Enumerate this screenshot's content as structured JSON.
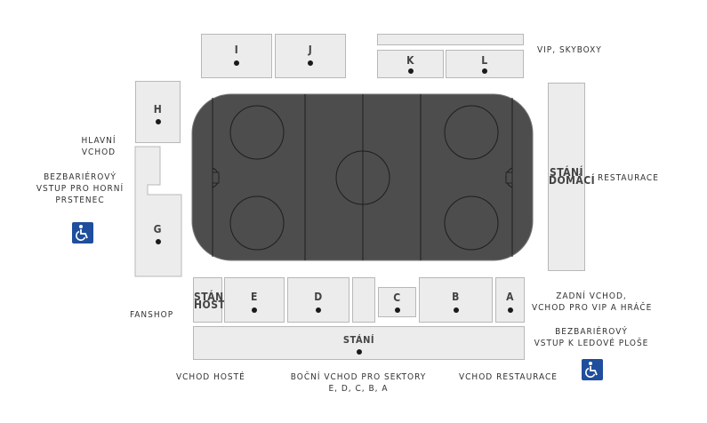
{
  "sections": {
    "I": "I",
    "J": "J",
    "K": "K",
    "L": "L",
    "H": "H",
    "G": "G",
    "E": "E",
    "D": "D",
    "C": "C",
    "B": "B",
    "A": "A",
    "stani_hoste_1": "STÁNÍ",
    "stani_hoste_2": "HOSTÉ",
    "stani_domaci_1": "STÁNÍ",
    "stani_domaci_2": "DOMÁCÍ",
    "stani": "STÁNÍ"
  },
  "labels": {
    "vip_skyboxy": "VIP, SKYBOXY",
    "hlavni_vchod_1": "HLAVNÍ",
    "hlavni_vchod_2": "VCHOD",
    "bezbarierovy_horni_1": "BEZBARIÉROVÝ",
    "bezbarierovy_horni_2": "VSTUP PRO HORNÍ",
    "bezbarierovy_horni_3": "PRSTENEC",
    "restaurace": "RESTAURACE",
    "fanshop": "FANSHOP",
    "zadni_vchod_1": "ZADNÍ VCHOD,",
    "zadni_vchod_2": "VCHOD PRO VIP A HRÁČE",
    "bezbarierovy_ledove_1": "BEZBARIÉROVÝ",
    "bezbarierovy_ledove_2": "VSTUP K LEDOVÉ PLOŠE",
    "vchod_hoste": "VCHOD HOSTÉ",
    "bocni_vchod_1": "BOČNÍ VCHOD PRO SEKTORY",
    "bocni_vchod_2": "E, D, C, B, A",
    "vchod_restaurace": "VCHOD RESTAURACE"
  },
  "icons": {
    "wheelchair_upper": "wheelchair-icon",
    "wheelchair_ice": "wheelchair-icon"
  },
  "colors": {
    "rink": "#4d4d4d",
    "sector_fill": "#ececec",
    "accessible_blue": "#1f4e9c"
  }
}
